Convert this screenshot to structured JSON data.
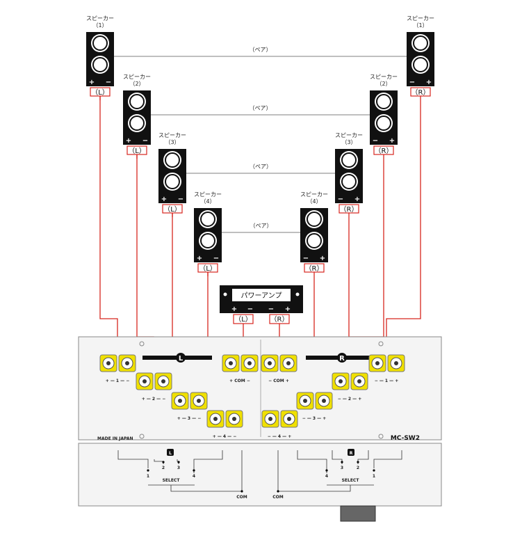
{
  "speaker_label": "スピーカー",
  "pair_label": "（ペア）",
  "left_tag": "（L）",
  "right_tag": "（R）",
  "speakers": [
    {
      "num": "（1）"
    },
    {
      "num": "（2）"
    },
    {
      "num": "（3）"
    },
    {
      "num": "（4）"
    }
  ],
  "amp": {
    "title": "パワーアンプ",
    "left": "（L）",
    "right": "（R）"
  },
  "unit": {
    "model": "MC-SW2",
    "made_in": "MADE IN JAPAN",
    "left_badge": "L",
    "right_badge": "R",
    "com_left": "+ COM −",
    "com_right": "− COM +",
    "left_groups": [
      "+ — 1 — −",
      "+ — 2 — −",
      "+ — 3 — −",
      "+ — 4 — −"
    ],
    "right_groups": [
      "− — 1 — +",
      "− — 2 — +",
      "− — 3 — +",
      "− — 4 — +"
    ]
  },
  "switch": {
    "left_badge": "L",
    "right_badge": "R",
    "select": "SELECT",
    "com": "COM",
    "left_positions": [
      "1",
      "2",
      "3",
      "4"
    ],
    "right_positions": [
      "4",
      "3",
      "2",
      "1"
    ]
  },
  "colors": {
    "wire": "#d7261e",
    "jack": "#f0e000",
    "body": "#f4f4f4",
    "black": "#111111"
  }
}
